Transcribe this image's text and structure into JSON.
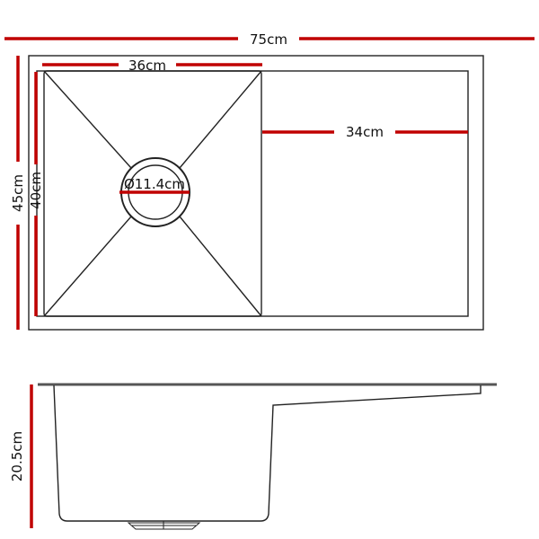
{
  "title": "Sink dimensions",
  "dimensions": {
    "overall_width": "75cm",
    "bowl_width": "36cm",
    "drainer_width": "34cm",
    "drain_diameter": "Ø11.4cm",
    "overall_depth": "45cm",
    "bowl_depth": "40cm",
    "height": "20.5cm"
  },
  "colors": {
    "dimension_line": "#c00000",
    "outline": "#222222"
  }
}
